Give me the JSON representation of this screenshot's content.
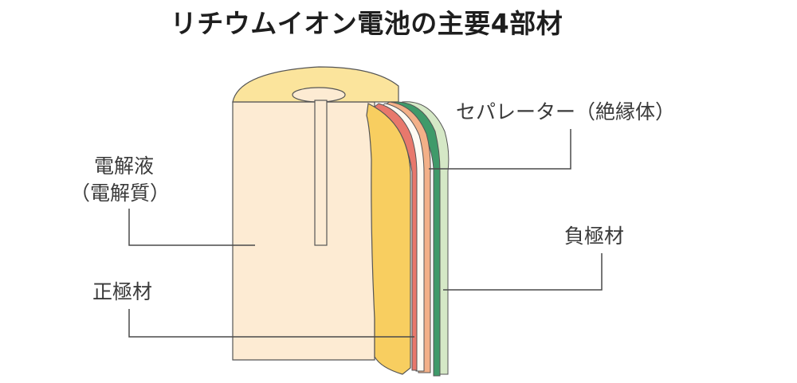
{
  "title": "リチウムイオン電池の主要4部材",
  "labels": {
    "electrolyte": "電解液",
    "electrolyte_sub": "（電解質）",
    "cathode": "正極材",
    "separator": "セパレーター（絶縁体）",
    "anode": "負極材"
  },
  "colors": {
    "electrolyte_fill": "#fdebd3",
    "cap_fill": "#fbe49c",
    "outline": "#555555",
    "cathode_layer": "#f8ce60",
    "red_layer": "#e8786c",
    "peach_layer": "#f3b088",
    "green_layer": "#3f9a6a",
    "light_green_layer": "#d5e8c6",
    "leader_line": "#4a4a4a"
  }
}
